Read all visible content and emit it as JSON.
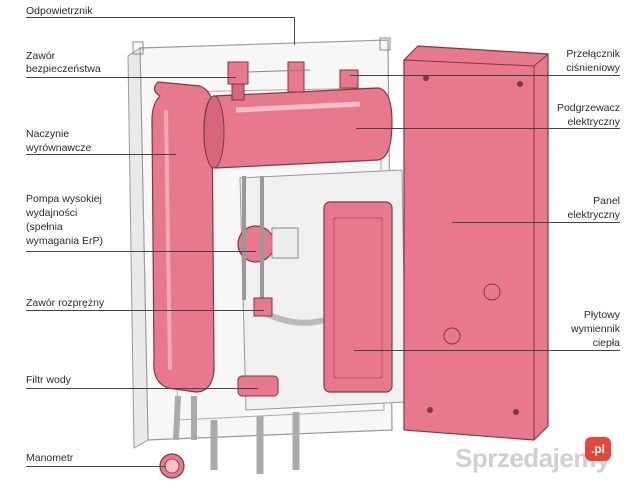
{
  "labels": {
    "odpowietrznik": "Odpowietrznik",
    "zawor_bezp_1": "Zawór",
    "zawor_bezp_2": "bezpieczeństwa",
    "naczynie_1": "Naczynie",
    "naczynie_2": "wyrównawcze",
    "pompa_1": "Pompa wysokiej",
    "pompa_2": "wydajności",
    "pompa_3": "(spełnia",
    "pompa_4": "wymagania ErP)",
    "zawor_rozprezny": "Zawór rozprężny",
    "filtr_wody": "Filtr wody",
    "manometr": "Manometr",
    "przelacznik_1": "Przełącznik",
    "przelacznik_2": "ciśnieniowy",
    "podgrzewacz_1": "Podgrzewacz",
    "podgrzewacz_2": "elektryczny",
    "panel_1": "Panel",
    "panel_2": "elektryczny",
    "wymiennik_1": "Płytowy",
    "wymiennik_2": "wymiennik",
    "wymiennik_3": "ciepła"
  },
  "watermark": {
    "text": "Sprzedajemy",
    "badge": ".pl"
  },
  "colors": {
    "pink": "#e8788c",
    "pink_light": "#f2a7b4",
    "pink_dark": "#c9566c",
    "line": "#444444",
    "frame": "#cfcfcf"
  }
}
